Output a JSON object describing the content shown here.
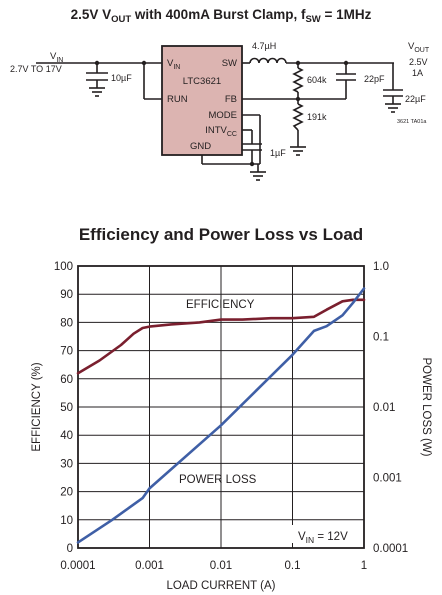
{
  "schematic": {
    "title": {
      "main": "2.5V V",
      "sub": "OUT",
      "mid": " with 400mA Burst Clamp, f",
      "sub2": "SW",
      "end": " = 1MHz"
    },
    "vin_label": {
      "main": "V",
      "sub": "IN"
    },
    "vin_range": "2.7V TO 17V",
    "cin": "10µF",
    "ic_name": "LTC3621",
    "pins": {
      "vin": {
        "main": "V",
        "sub": "IN"
      },
      "run": "RUN",
      "sw": "SW",
      "fb": "FB",
      "mode": "MODE",
      "intvcc": {
        "main": "INTV",
        "sub": "CC"
      },
      "gnd": "GND"
    },
    "inductor": "4.7µH",
    "r_top": "604k",
    "r_bot": "191k",
    "cff": "22pF",
    "cint": "1µF",
    "vout_label": {
      "main": "V",
      "sub": "OUT"
    },
    "vout_value": "2.5V",
    "iout_value": "1A",
    "cout": "22µF",
    "figure_code": "3621 TA01a"
  },
  "chart": {
    "title": "Efficiency and Power Loss vs Load",
    "x_label": "LOAD CURRENT (A)",
    "y_left_label": "EFFICIENCY (%)",
    "y_right_label": "POWER LOSS (W)",
    "x_ticks": [
      "0.0001",
      "0.001",
      "0.01",
      "0.1",
      "1"
    ],
    "y_left_ticks": [
      "0",
      "10",
      "20",
      "30",
      "40",
      "50",
      "60",
      "70",
      "80",
      "90",
      "100"
    ],
    "y_right_ticks": [
      "0.0001",
      "0.001",
      "0.01",
      "0.1",
      "1.0"
    ],
    "efficiency_label": "EFFICIENCY",
    "power_loss_label": "POWER LOSS",
    "vin_note": {
      "main": "V",
      "sub": "IN",
      "rest": " = 12V"
    },
    "colors": {
      "efficiency": "#7a1f2e",
      "power_loss": "#3f5fa6",
      "grid": "#231f20"
    }
  },
  "chart_data": {
    "type": "line",
    "x_scale": "log",
    "y_left_scale": "linear",
    "y_right_scale": "log",
    "xlim": [
      0.0001,
      1
    ],
    "ylim_left": [
      0,
      100
    ],
    "ylim_right": [
      0.0001,
      1
    ],
    "grid": true,
    "series": [
      {
        "name": "EFFICIENCY",
        "axis": "left",
        "x": [
          0.0001,
          0.0002,
          0.0004,
          0.0006,
          0.0008,
          0.001,
          0.002,
          0.005,
          0.01,
          0.02,
          0.05,
          0.1,
          0.2,
          0.3,
          0.5,
          0.7,
          1
        ],
        "y": [
          62,
          66.5,
          72,
          76,
          78,
          78.5,
          79.3,
          80,
          81,
          81,
          81.5,
          81.5,
          82,
          84.5,
          87.5,
          88,
          88
        ]
      },
      {
        "name": "POWER LOSS",
        "axis": "right",
        "x": [
          0.0001,
          0.0003,
          0.0008,
          0.001,
          0.01,
          0.1,
          0.2,
          0.3,
          0.5,
          0.7,
          1
        ],
        "y": [
          0.00012,
          0.00025,
          0.00051,
          0.0007,
          0.0055,
          0.055,
          0.12,
          0.14,
          0.2,
          0.3,
          0.48
        ]
      }
    ]
  }
}
